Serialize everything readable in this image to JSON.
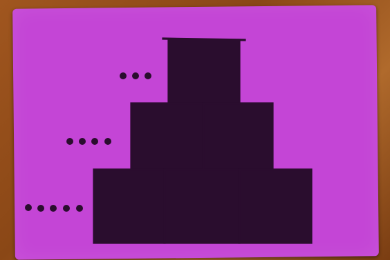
{
  "card": {
    "color": "#c445d6",
    "line_color": "#2a0d2e"
  },
  "pyramid": {
    "rows": [
      {
        "boxes": 1,
        "dots": 3
      },
      {
        "boxes": 2,
        "dots": 4
      },
      {
        "boxes": 3,
        "dots": 5
      }
    ]
  }
}
